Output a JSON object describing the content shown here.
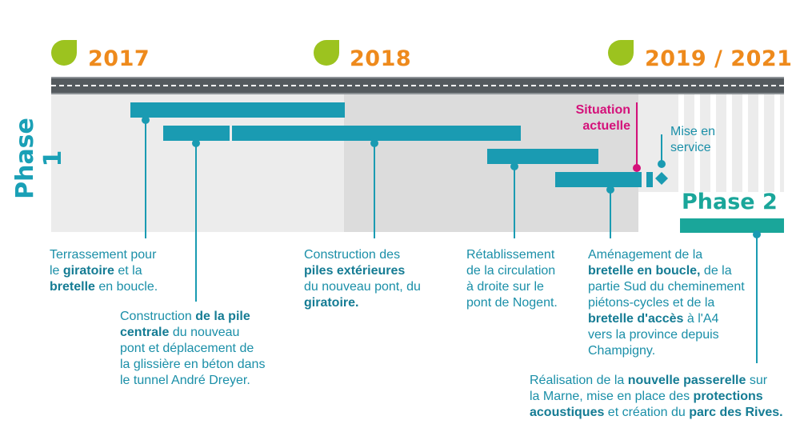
{
  "years": [
    "2017",
    "2018",
    "2019 / 2021"
  ],
  "phases": {
    "phase1": "Phase 1",
    "phase2": "Phase 2"
  },
  "markers": {
    "situation": [
      "Situation",
      "actuelle"
    ],
    "mise_en_service": [
      "Mise en",
      "service"
    ]
  },
  "tasks": {
    "t1": {
      "l1": "Terrassement pour",
      "l2a": "le ",
      "l2b": "giratoire",
      "l2c": " et la",
      "l3a": "bretelle",
      "l3b": " en boucle."
    },
    "t2": {
      "l1a": "Construction ",
      "l1b": "de la pile",
      "l2a": "centrale",
      "l2b": " du nouveau",
      "l3": "pont et déplacement de",
      "l4": "la glissière en béton dans",
      "l5": "le tunnel André Dreyer."
    },
    "t3": {
      "l1": "Construction des",
      "l2": "piles extérieures",
      "l3": "du nouveau pont, du",
      "l4": "giratoire."
    },
    "t4": {
      "l1": "Rétablissement",
      "l2": "de la circulation",
      "l3": "à droite sur le",
      "l4": "pont de Nogent."
    },
    "t5": {
      "l1": "Aménagement de la",
      "l2a": "bretelle en boucle,",
      "l2b": " de la",
      "l3": "partie Sud du cheminement",
      "l4": "piétons-cycles et de la",
      "l5a": "bretelle d'accès",
      "l5b": " à l'A4",
      "l6": "vers la province depuis",
      "l7": "Champigny."
    },
    "t6": {
      "l1a": "Réalisation de la ",
      "l1b": "nouvelle passerelle",
      "l1c": " sur",
      "l2a": "la Marne, mise en place des ",
      "l2b": "protections",
      "l3a": "acoustiques",
      "l3b": " et création du ",
      "l3c": "parc des Rives."
    }
  },
  "colors": {
    "accent": "#1a9bb2",
    "year": "#ee8a1c",
    "leaf": "#9cc31f",
    "marker": "#d4117a",
    "phase2": "#1aa69a"
  }
}
